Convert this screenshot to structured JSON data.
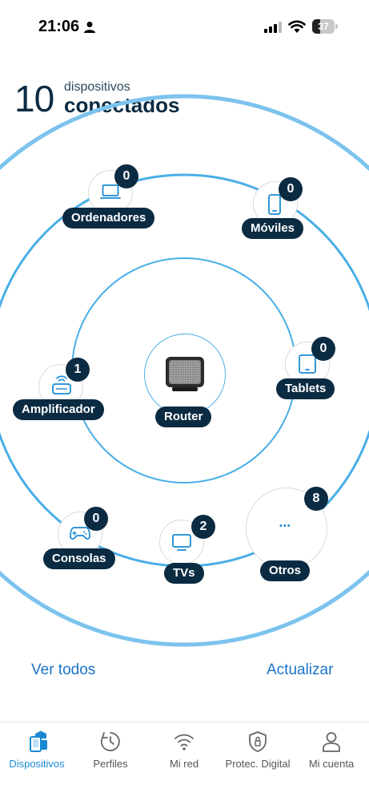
{
  "status_bar": {
    "time": "21:06",
    "battery": "37",
    "battery_level_percent": 37
  },
  "header": {
    "count": "10",
    "subtitle": "dispositivos",
    "title": "conectados"
  },
  "router": {
    "label": "Router"
  },
  "categories": {
    "ordenadores": {
      "label": "Ordenadores",
      "count": "0"
    },
    "moviles": {
      "label": "Móviles",
      "count": "0"
    },
    "tablets": {
      "label": "Tablets",
      "count": "0"
    },
    "amplificador": {
      "label": "Amplificador",
      "count": "1"
    },
    "consolas": {
      "label": "Consolas",
      "count": "0"
    },
    "tvs": {
      "label": "TVs",
      "count": "2"
    },
    "otros": {
      "label": "Otros",
      "count": "8",
      "glyph": "•••"
    }
  },
  "actions": {
    "see_all": "Ver todos",
    "refresh": "Actualizar"
  },
  "tabbar": {
    "items": [
      {
        "label": "Dispositivos",
        "icon": "devices-icon",
        "active": true
      },
      {
        "label": "Perfiles",
        "icon": "timer-icon",
        "active": false
      },
      {
        "label": "Mi red",
        "icon": "wifi-icon",
        "active": false
      },
      {
        "label": "Protec. Digital",
        "icon": "shield-lock-icon",
        "active": false
      },
      {
        "label": "Mi cuenta",
        "icon": "user-icon",
        "active": false
      }
    ]
  },
  "colors": {
    "navy": "#0b2b42",
    "ring_blue": "#4aaee6",
    "ring_outer": "#7cc3ee",
    "link_blue": "#1a73c8",
    "active_tab": "#1a8ad4"
  }
}
